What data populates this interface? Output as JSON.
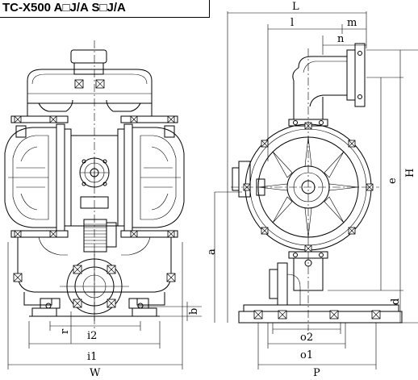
{
  "title": "TC-X500 A□J/A    S□J/A",
  "front_view": {
    "dimensions": {
      "W": "W",
      "i1": "i1",
      "i2": "i2",
      "r": "r",
      "b": "b"
    }
  },
  "side_view": {
    "dimensions": {
      "L": "L",
      "l": "l",
      "m": "m",
      "n": "n",
      "a": "a",
      "d": "d",
      "e": "e",
      "H": "H",
      "o1": "o1",
      "o2": "o2",
      "P": "P"
    }
  }
}
